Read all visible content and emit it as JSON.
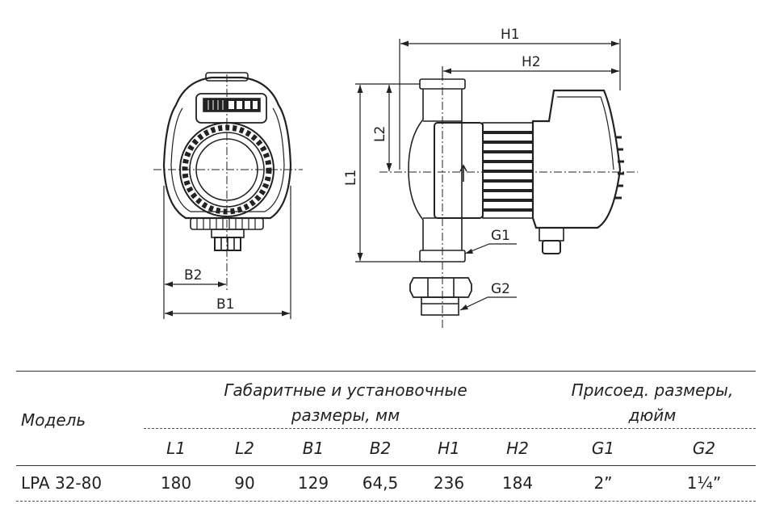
{
  "drawing": {
    "labels": {
      "h1": "H1",
      "h2": "H2",
      "l1": "L1",
      "l2": "L2",
      "b1": "B1",
      "b2": "B2",
      "g1": "G1",
      "g2": "G2"
    }
  },
  "table": {
    "model_header": "Модель",
    "dims_header_line1": "Габаритные и установочные",
    "dims_header_line2": "размеры, мм",
    "conn_header_line1": "Присоед. размеры,",
    "conn_header_line2": "дюйм",
    "columns": [
      "L1",
      "L2",
      "B1",
      "B2",
      "H1",
      "H2",
      "G1",
      "G2"
    ],
    "rows": [
      {
        "model": "LPA 32-80",
        "values": [
          "180",
          "90",
          "129",
          "64,5",
          "236",
          "184",
          "2”",
          "1¼”"
        ]
      }
    ]
  }
}
